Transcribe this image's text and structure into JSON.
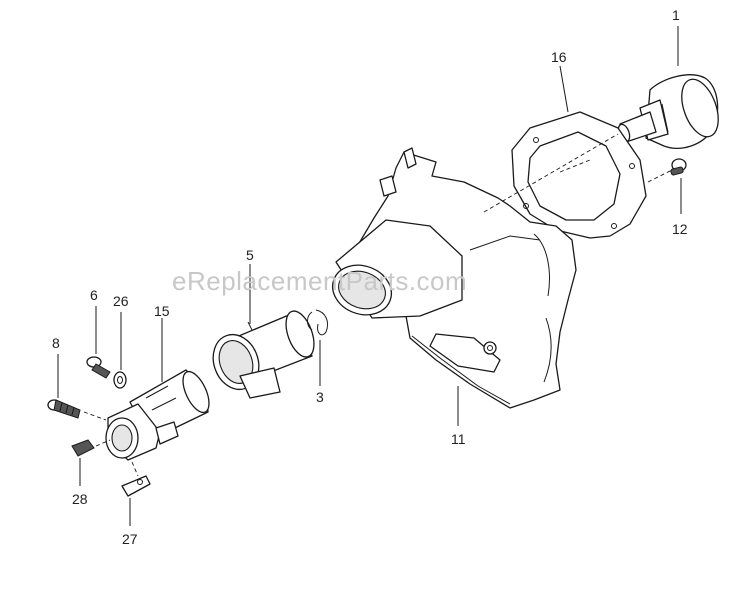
{
  "watermark": "eReplacementParts.com",
  "callouts": {
    "p1": "1",
    "p16": "16",
    "p12": "12",
    "p11": "11",
    "p5": "5",
    "p3": "3",
    "p6": "6",
    "p26": "26",
    "p15": "15",
    "p8": "8",
    "p28": "28",
    "p27": "27"
  }
}
